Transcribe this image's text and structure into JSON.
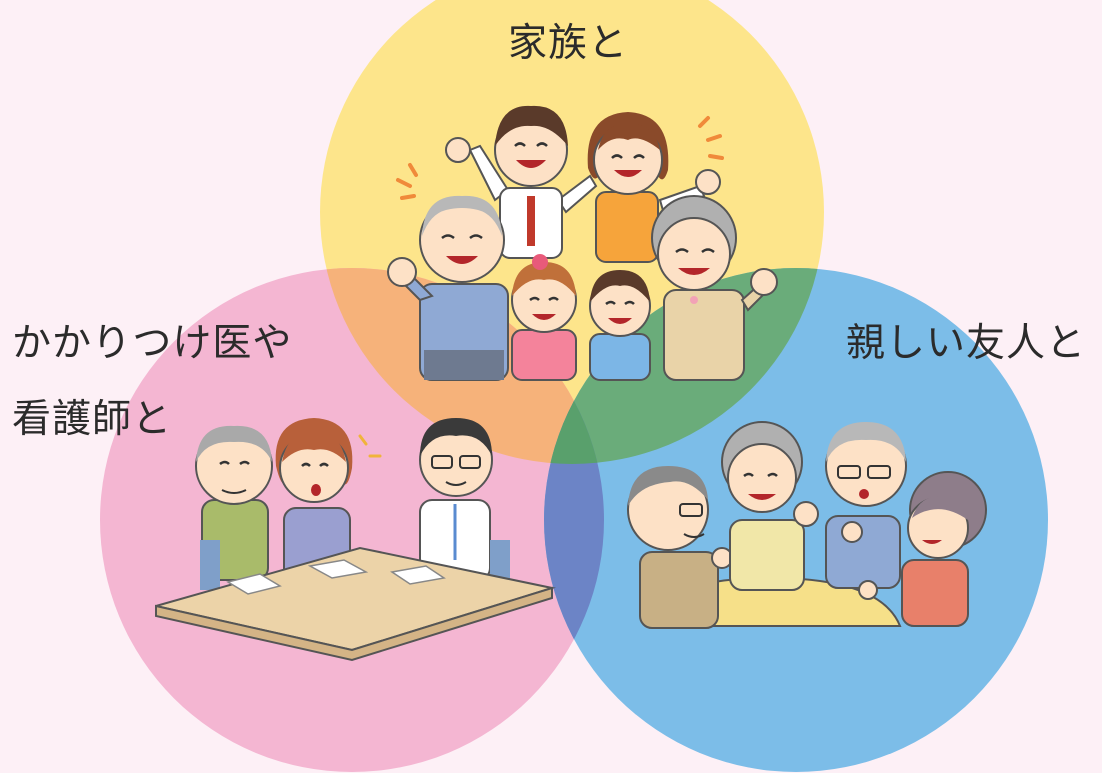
{
  "colors": {
    "background": "#fdf0f6",
    "family_circle": "#fde58b",
    "doctor_circle": "#f4b6d2",
    "friends_circle": "#7cbde8",
    "family_doctor_overlap": "#f6b27a",
    "family_friends_overlap": "#6aac7a",
    "doctor_friends_overlap": "#6c84c6",
    "center_overlap": "#59a06c"
  },
  "groups": [
    {
      "id": "family",
      "label_lines": [
        "家族と"
      ],
      "illustration": "family-group-waving-icon"
    },
    {
      "id": "doctor",
      "label_lines": [
        "かかりつけ医や",
        "看護師と"
      ],
      "illustration": "doctor-meeting-table-icon"
    },
    {
      "id": "friends",
      "label_lines": [
        "親しい友人と"
      ],
      "illustration": "friends-chatting-table-icon"
    }
  ]
}
